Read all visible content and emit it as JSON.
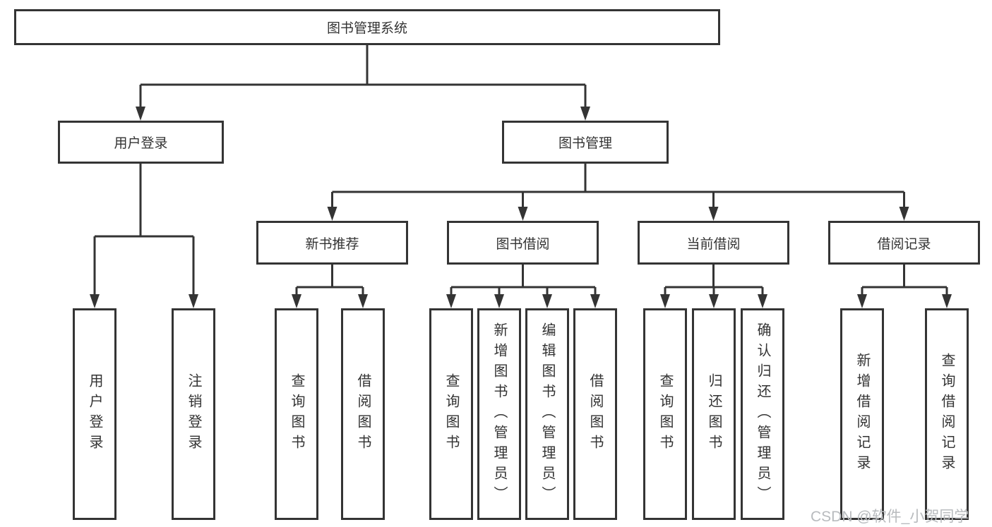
{
  "diagram": {
    "root": {
      "label": "图书管理系统"
    },
    "level2": {
      "user_login": {
        "label": "用户登录"
      },
      "book_mgmt": {
        "label": "图书管理"
      }
    },
    "level3": {
      "new_books": {
        "label": "新书推荐"
      },
      "borrow": {
        "label": "图书借阅"
      },
      "current": {
        "label": "当前借阅"
      },
      "records": {
        "label": "借阅记录"
      }
    },
    "leaves": {
      "login": {
        "label": "用户登录"
      },
      "logout": {
        "label": "注销登录"
      },
      "nb_query": {
        "label": "查询图书"
      },
      "nb_borrow": {
        "label": "借阅图书"
      },
      "bb_query": {
        "label": "查询图书"
      },
      "bb_add": {
        "label": "新增图书（管理员）"
      },
      "bb_edit": {
        "label": "编辑图书（管理员）"
      },
      "bb_borrow": {
        "label": "借阅图书"
      },
      "cb_query": {
        "label": "查询图书"
      },
      "cb_return": {
        "label": "归还图书"
      },
      "cb_confirm": {
        "label": "确认归还（管理员）"
      },
      "br_add": {
        "label": "新增借阅记录"
      },
      "br_query": {
        "label": "查询借阅记录"
      }
    }
  },
  "watermark": {
    "text": "CSDN @软件_小贺同学"
  },
  "colors": {
    "line": "#343434",
    "text": "#333333",
    "watermark": "#b8bbbe",
    "background": "#ffffff"
  }
}
